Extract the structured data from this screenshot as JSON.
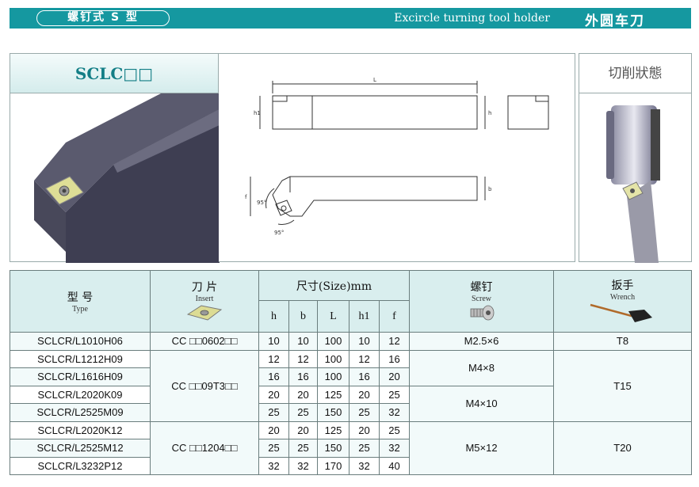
{
  "header": {
    "pill_label": "螺钉式 S 型",
    "english_title": "Excircle turning tool holder",
    "chinese_title": "外圆车刀"
  },
  "panels": {
    "model_title": "SCLC□□",
    "cutting_state_title": "切削狀態",
    "drawing_labels": {
      "L": "L",
      "h1": "h1",
      "h": "h",
      "f": "f",
      "b": "b",
      "angle1": "95°",
      "angle2": "95°"
    }
  },
  "table": {
    "headers": {
      "type_cn": "型 号",
      "type_en": "Type",
      "insert_cn": "刀 片",
      "insert_en": "Insert",
      "size": "尺寸(Size)mm",
      "screw_cn": "螺钉",
      "screw_en": "Screw",
      "wrench_cn": "扳手",
      "wrench_en": "Wrench",
      "h": "h",
      "b": "b",
      "L": "L",
      "h1": "h1",
      "f": "f"
    },
    "rows": [
      {
        "type": "SCLCR/L1010H06",
        "h": "10",
        "b": "10",
        "L": "100",
        "h1": "10",
        "f": "12"
      },
      {
        "type": "SCLCR/L1212H09",
        "h": "12",
        "b": "12",
        "L": "100",
        "h1": "12",
        "f": "16"
      },
      {
        "type": "SCLCR/L1616H09",
        "h": "16",
        "b": "16",
        "L": "100",
        "h1": "16",
        "f": "20"
      },
      {
        "type": "SCLCR/L2020K09",
        "h": "20",
        "b": "20",
        "L": "125",
        "h1": "20",
        "f": "25"
      },
      {
        "type": "SCLCR/L2525M09",
        "h": "25",
        "b": "25",
        "L": "150",
        "h1": "25",
        "f": "32"
      },
      {
        "type": "SCLCR/L2020K12",
        "h": "20",
        "b": "20",
        "L": "125",
        "h1": "20",
        "f": "25"
      },
      {
        "type": "SCLCR/L2525M12",
        "h": "25",
        "b": "25",
        "L": "150",
        "h1": "25",
        "f": "32"
      },
      {
        "type": "SCLCR/L3232P12",
        "h": "32",
        "b": "32",
        "L": "170",
        "h1": "32",
        "f": "40"
      }
    ],
    "inserts": [
      "CC □□0602□□",
      "CC □□09T3□□",
      "CC □□1204□□"
    ],
    "screws": [
      "M2.5×6",
      "M4×8",
      "M4×10",
      "M5×12"
    ],
    "wrenches": [
      "T8",
      "T15",
      "T20"
    ]
  },
  "colors": {
    "header": "#1598a0",
    "title_text": "#137e86",
    "table_header": "#d9eeee",
    "tool_body": "#4a4a5e",
    "insert": "#d8d890"
  }
}
